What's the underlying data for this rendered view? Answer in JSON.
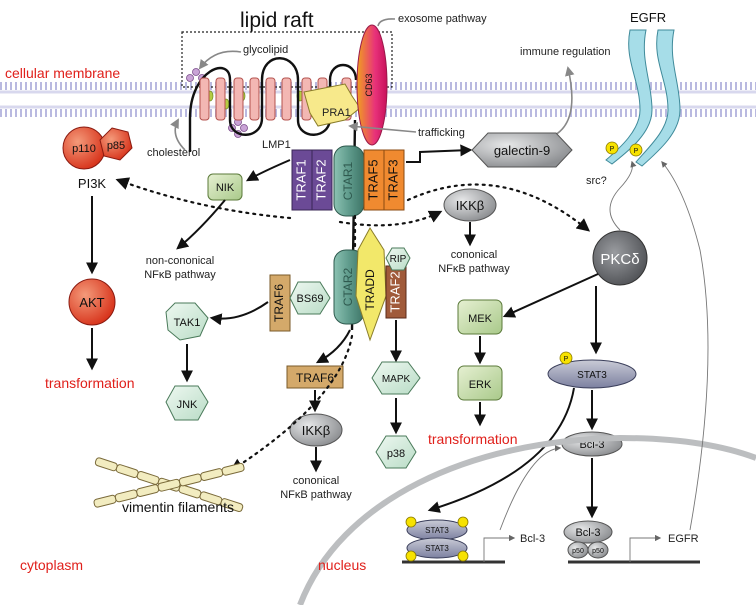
{
  "membrane": {
    "lipid_raft": "lipid raft",
    "cellular_membrane": "cellular membrane",
    "glycolipid": "glycolipid",
    "cholesterol": "cholesterol",
    "cytoplasm": "cytoplasm",
    "nucleus": "nucleus"
  },
  "proteins": {
    "lmp1": "LMP1",
    "cd63": "CD63",
    "pra1": "PRA1",
    "egfr": "EGFR",
    "galectin9": "galectin-9",
    "p110": "p110",
    "p85": "p85",
    "pi3k": "PI3K",
    "akt": "AKT",
    "nik": "NIK",
    "traf1": "TRAF1",
    "traf2": "TRAF2",
    "traf5": "TRAF5",
    "traf3": "TRAF3",
    "ctar1": "CTAR1",
    "ctar2": "CTAR2",
    "tradd": "TRADD",
    "rip": "RIP",
    "traf2b": "TRAF2",
    "traf6": "TRAF6",
    "bs69": "BS69",
    "tak1": "TAK1",
    "jnk": "JNK",
    "ikkb": "IKKβ",
    "ikkb2": "IKKβ",
    "traf6b": "TRAF6",
    "mapk": "MAPK",
    "p38": "p38",
    "pkcd": "PKCδ",
    "mek": "MEK",
    "erk": "ERK",
    "stat3": "STAT3",
    "bcl3": "Bcl-3",
    "stat3_n1": "STAT3",
    "stat3_n2": "STAT3",
    "bcl3_n": "Bcl-3",
    "p50a": "p50",
    "p50b": "p50",
    "p": "P"
  },
  "labels": {
    "exosome": "exosome pathway",
    "immune": "immune regulation",
    "trafficking": "trafficking",
    "src": "src?",
    "nonconical_1": "non-cononical",
    "nonconical_2": "NFκB pathway",
    "conical_1": "cononical",
    "conical_2": "NFκB pathway",
    "conical_b1": "cononical",
    "conical_b2": "NFκB pathway",
    "vimentin": "vimentin filaments",
    "transformation_1": "transformation",
    "transformation_2": "transformation",
    "gene_bcl3": "Bcl-3",
    "gene_egfr": "EGFR"
  },
  "colors": {
    "red_text": "#e0201b",
    "traf_purple": "#6b4a96",
    "traf_orange": "#f08a30",
    "ctar_teal": "#5f9b8c",
    "tradd_yellow": "#f2e86a",
    "traf_brown": "#a05a3a",
    "traf6_tan": "#d4a96a",
    "egfr_blue": "#a6dde8",
    "akt_red": "#e04a2a",
    "green_box": "#c8dfa8",
    "grey_box": "#a7a9ac",
    "mint": "#cfead9",
    "cd63": "#e8327a"
  }
}
